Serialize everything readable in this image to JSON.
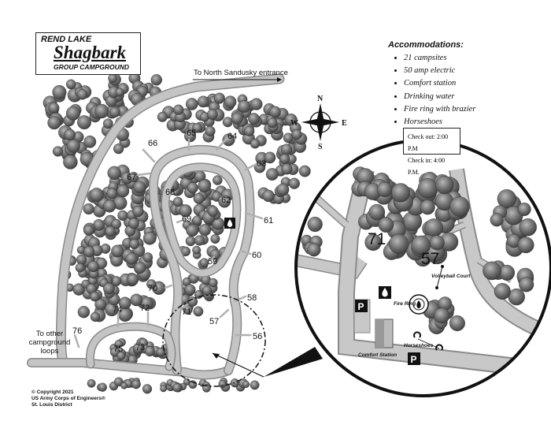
{
  "title": {
    "top": "REND LAKE",
    "main": "Shagbark",
    "bottom": "GROUP CAMPGROUND"
  },
  "accommodations": {
    "heading": "Accommodations:",
    "items": [
      "21 campsites",
      "50 amp electric",
      "Comfort station",
      "Drinking water",
      "Fire ring with brazier",
      "Horseshoes"
    ]
  },
  "checkinout": {
    "checkout": "Check out: 2:00 P.M",
    "checkin": "Check in: 4:00 P.M."
  },
  "labels": {
    "north_entrance": "To North Sandusky entrance",
    "other_loops": "To other campground loops"
  },
  "compass": {
    "n": "N",
    "s": "S",
    "e": "E",
    "w": "W"
  },
  "sites": {
    "s56": "56",
    "s57": "57",
    "s58": "58",
    "s59": "59",
    "s60": "60",
    "s61": "61",
    "s62": "62",
    "s63": "63",
    "s64": "64",
    "s65": "65",
    "s66": "66",
    "s67": "67",
    "s68": "68",
    "s69": "69",
    "s70": "70",
    "s71": "71",
    "s72": "72",
    "s73": "73",
    "s74": "74",
    "s75": "75",
    "s76": "76"
  },
  "inset": {
    "site71": "71",
    "site57": "57",
    "volleyball": "Volleyball Court",
    "fire_ring": "Fire Ring",
    "horseshoes": "Horseshoes",
    "comfort_station": "Comfort Station",
    "parking": "P"
  },
  "copyright": {
    "line1": "© Copyright 2021",
    "line2": "US Army Corps of Engineers®",
    "line3": "St. Louis District"
  },
  "colors": {
    "road": "#bdbdbd",
    "road_edge": "#8a8a8a",
    "tree_dark": "#4a4a4a",
    "tree_mid": "#7a7a7a",
    "tree_light": "#a8a8a8"
  }
}
